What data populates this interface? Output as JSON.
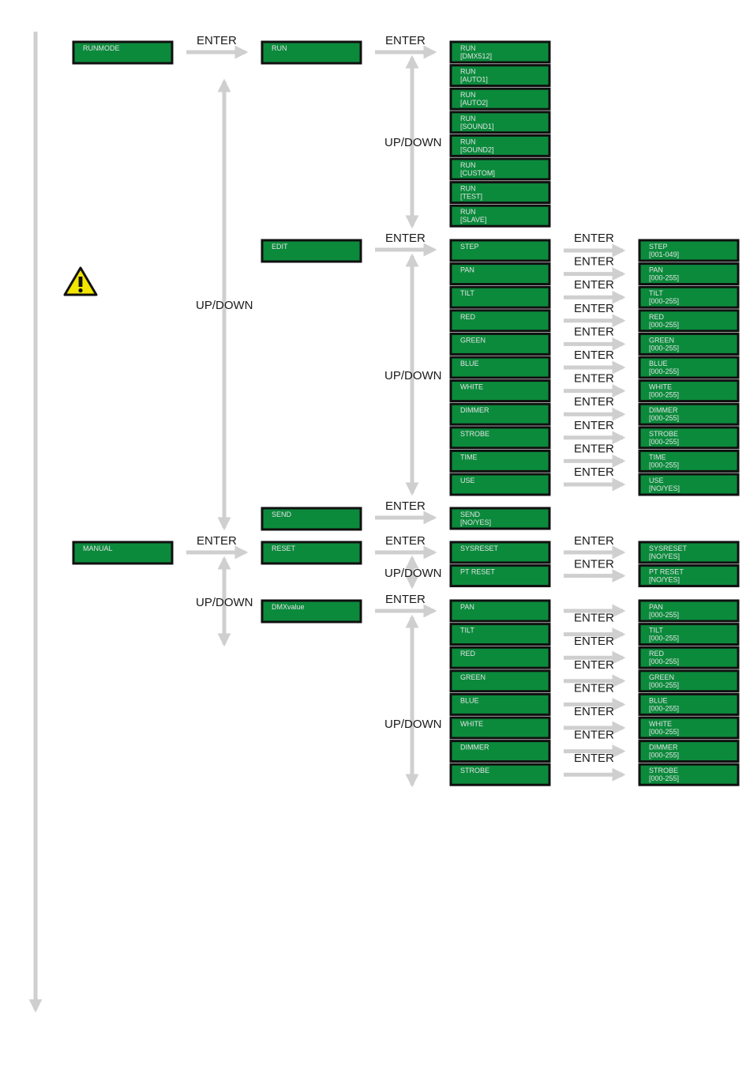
{
  "labels": {
    "enter": "ENTER",
    "updown": "UP/DOWN"
  },
  "icons": {
    "warning": "warning-icon"
  },
  "colors": {
    "lcd_fill": "#0b8a3c",
    "lcd_border": "#101010",
    "arrow": "#cfcfcf",
    "warning": "#f2e600"
  },
  "menu": {
    "runmode": {
      "label": "RUNMODE"
    },
    "manual": {
      "label": "MANUAL"
    },
    "run": {
      "label": "RUN",
      "options": [
        [
          "RUN",
          "[DMX512]"
        ],
        [
          "RUN",
          "[AUTO1]"
        ],
        [
          "RUN",
          "[AUTO2]"
        ],
        [
          "RUN",
          "[SOUND1]"
        ],
        [
          "RUN",
          "[SOUND2]"
        ],
        [
          "RUN",
          "[CUSTOM]"
        ],
        [
          "RUN",
          "[TEST]"
        ],
        [
          "RUN",
          "[SLAVE]"
        ]
      ]
    },
    "edit": {
      "label": "EDIT",
      "items": [
        "STEP",
        "PAN",
        "TILT",
        "RED",
        "GREEN",
        "BLUE",
        "WHITE",
        "DIMMER",
        "STROBE",
        "TIME",
        "USE"
      ],
      "values": [
        [
          "STEP",
          "[001-049]"
        ],
        [
          "PAN",
          "[000-255]"
        ],
        [
          "TILT",
          "[000-255]"
        ],
        [
          "RED",
          "[000-255]"
        ],
        [
          "GREEN",
          "[000-255]"
        ],
        [
          "BLUE",
          "[000-255]"
        ],
        [
          "WHITE",
          "[000-255]"
        ],
        [
          "DIMMER",
          "[000-255]"
        ],
        [
          "STROBE",
          "[000-255]"
        ],
        [
          "TIME",
          "[000-255]"
        ],
        [
          "USE",
          "[NO/YES]"
        ]
      ]
    },
    "send": {
      "label": "SEND",
      "option": [
        "SEND",
        "[NO/YES]"
      ]
    },
    "reset": {
      "label": "RESET",
      "items": [
        "SYSRESET",
        "PT RESET"
      ],
      "values": [
        [
          "SYSRESET",
          "[NO/YES]"
        ],
        [
          "PT RESET",
          "[NO/YES]"
        ]
      ]
    },
    "dmxvalue": {
      "label": "DMXvalue",
      "items": [
        "PAN",
        "TILT",
        "RED",
        "GREEN",
        "BLUE",
        "WHITE",
        "DIMMER",
        "STROBE"
      ],
      "values": [
        [
          "PAN",
          "[000-255]"
        ],
        [
          "TILT",
          "[000-255]"
        ],
        [
          "RED",
          "[000-255]"
        ],
        [
          "GREEN",
          "[000-255]"
        ],
        [
          "BLUE",
          "[000-255]"
        ],
        [
          "WHITE",
          "[000-255]"
        ],
        [
          "DIMMER",
          "[000-255]"
        ],
        [
          "STROBE",
          "[000-255]"
        ]
      ]
    }
  }
}
